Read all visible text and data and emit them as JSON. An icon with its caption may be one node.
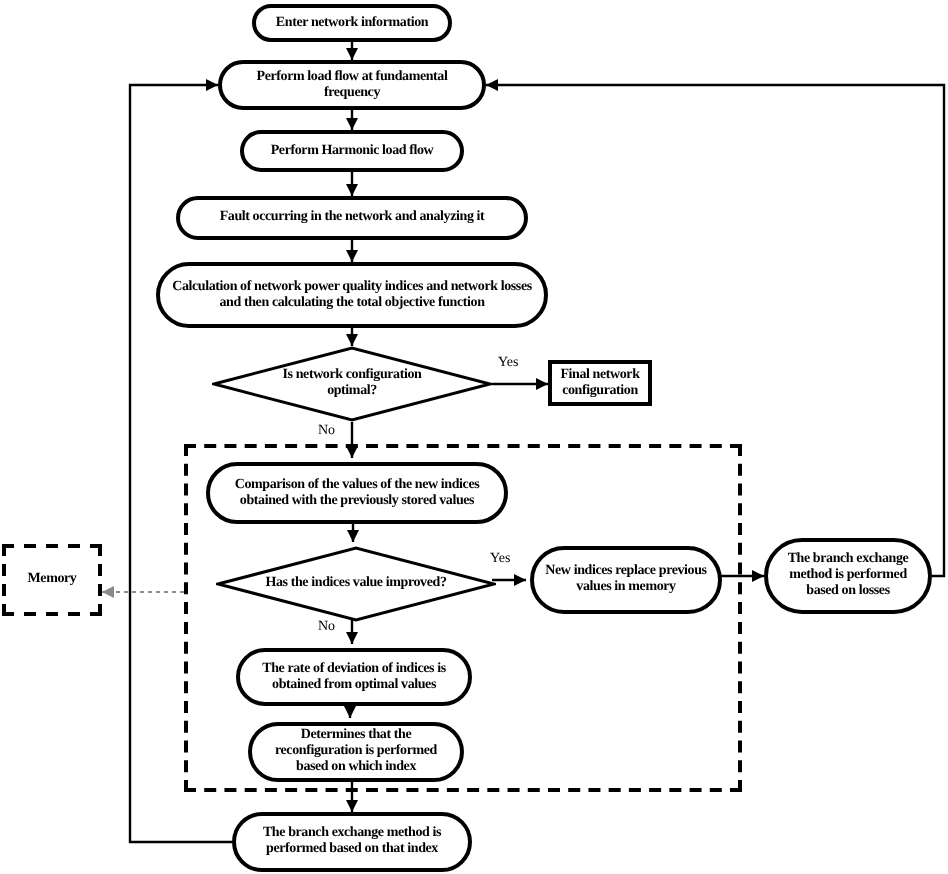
{
  "diagram": {
    "nodes": [
      {
        "text": [
          "Enter network information"
        ]
      },
      {
        "text": [
          "Perform load flow at fundamental frequency"
        ]
      },
      {
        "text": [
          "Perform Harmonic load flow"
        ]
      },
      {
        "text": [
          "Fault occurring in the network and analyzing it"
        ]
      },
      {
        "text": [
          "Calculation of network power quality indices and network losses and then calculating the total objective function"
        ]
      },
      {
        "text": [
          "Is network configuration optimal?"
        ]
      },
      {
        "text": [
          "Final network configuration"
        ]
      },
      {
        "text": [],
        "shape": "box"
      },
      {
        "text": [
          "Comparison of the values of the new indices obtained with the previously stored values"
        ],
        "in": 7
      },
      {
        "text": [
          "Has the indices value improved?"
        ],
        "in": 7
      },
      {
        "text": [
          "New indices replace previous values in memory"
        ],
        "in": 7
      },
      {
        "text": [
          "The rate of deviation of indices is obtained from optimal values"
        ],
        "in": 7
      },
      {
        "text": [
          "Determines that the reconfiguration is performed based on which index"
        ],
        "in": 7
      },
      {
        "text": [
          "The branch exchange method is performed based on losses"
        ]
      },
      {
        "text": [
          "Memory"
        ]
      },
      {
        "text": [
          "The branch exchange method is performed based on that index"
        ]
      }
    ],
    "edges": [
      {
        "from": 0,
        "to": 1,
        "arrow": "to"
      },
      {
        "from": 1,
        "to": 2,
        "arrow": "to"
      },
      {
        "from": 2,
        "to": 3,
        "arrow": "to"
      },
      {
        "from": 3,
        "to": 4,
        "arrow": "to"
      },
      {
        "from": 4,
        "to": 5,
        "arrow": "to"
      },
      {
        "from": 5,
        "to": 6,
        "arrow": "to",
        "label": "Yes"
      },
      {
        "from": 5,
        "to": 8,
        "arrow": "to",
        "label": "No"
      },
      {
        "from": 8,
        "to": 9,
        "arrow": "to"
      },
      {
        "from": 9,
        "to": 10,
        "arrow": "to",
        "label": "Yes"
      },
      {
        "from": 9,
        "to": 11,
        "arrow": "to",
        "label": "No"
      },
      {
        "from": 11,
        "to": 12,
        "arrow": "to"
      },
      {
        "from": 12,
        "to": 15,
        "arrow": "to"
      },
      {
        "from": 10,
        "to": 13,
        "arrow": "to"
      },
      {
        "from": 13,
        "to": 1,
        "arrow": "to"
      },
      {
        "from": 15,
        "to": 1,
        "arrow": "to"
      },
      {
        "from": 7,
        "to": 14,
        "arrow": "to",
        "style": "dashed",
        "color": "#8a8a8a"
      }
    ]
  }
}
